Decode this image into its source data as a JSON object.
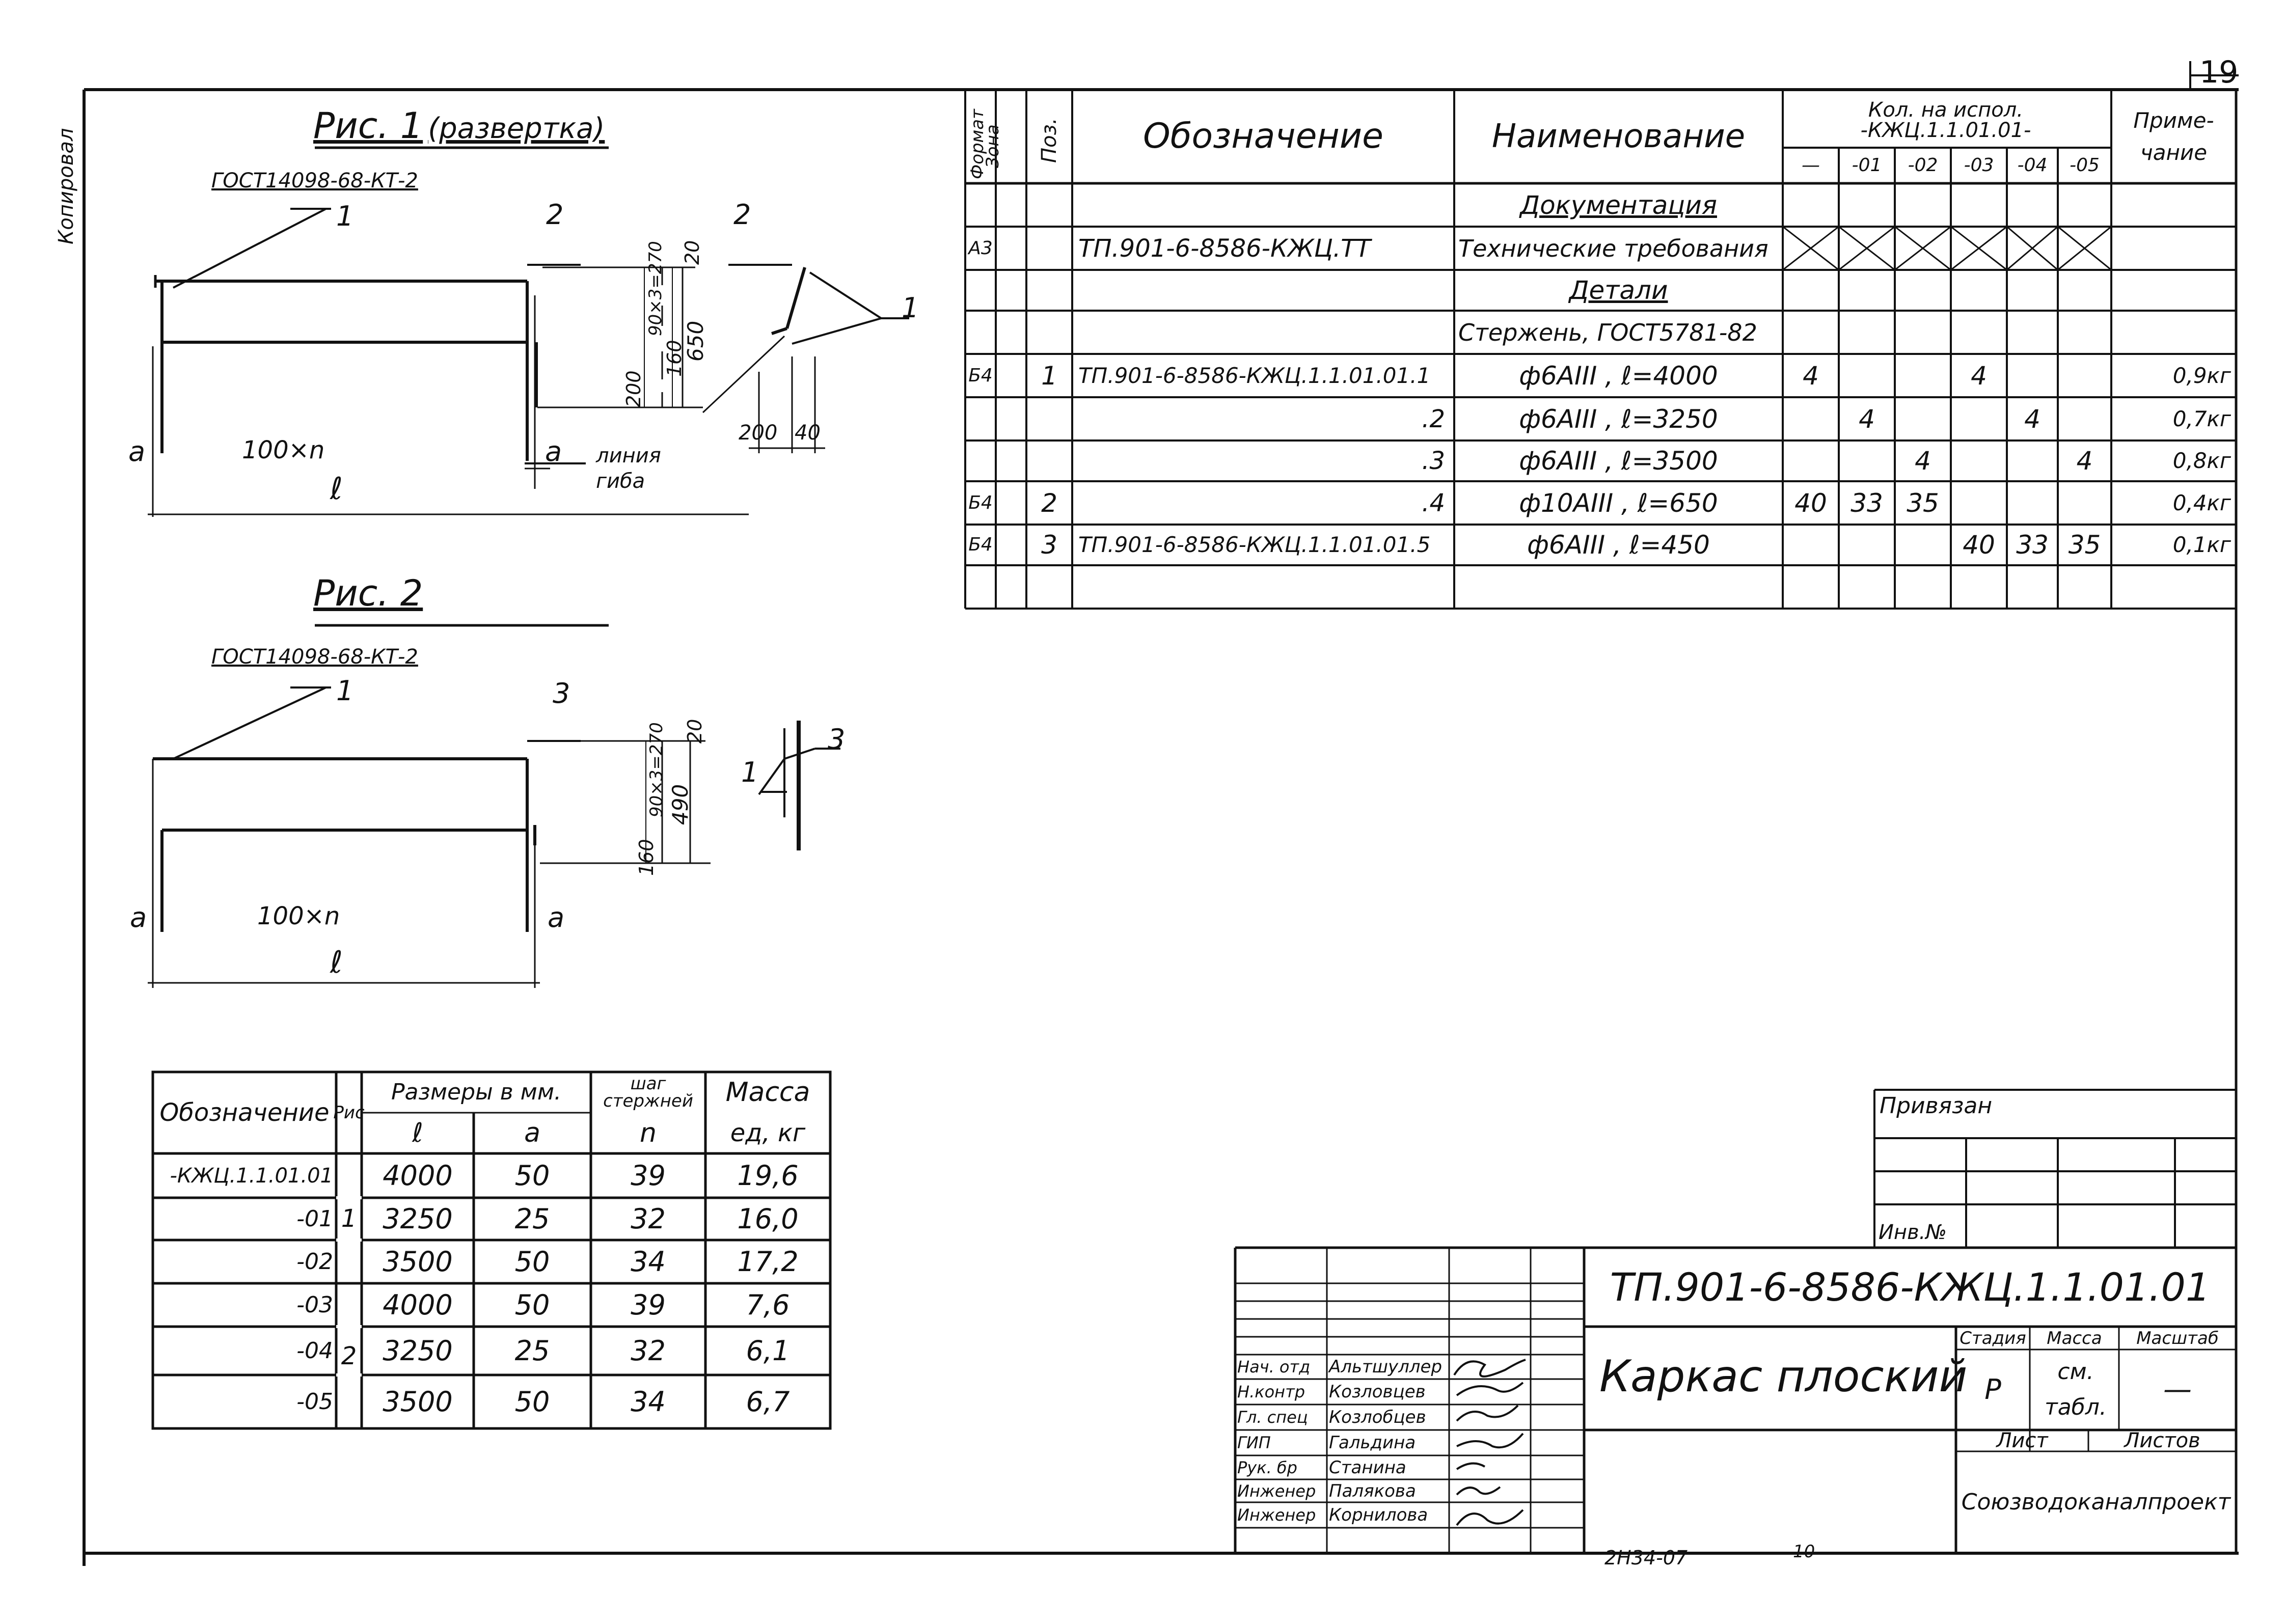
{
  "page": {
    "page_number": "19",
    "left_margin_stamp": "Копировал",
    "bottom_format": "2Н34-07",
    "bottom_number": "10"
  },
  "fig1": {
    "caption": "Рис. 1",
    "caption_note": "(развертка)",
    "gost": "ГОСТ14098-68-КТ-2",
    "pos_labels": [
      "1",
      "2",
      "2",
      "1"
    ],
    "spacing": "100×n",
    "a_left": "a",
    "a_right": "a",
    "length": "ℓ",
    "dims": [
      "20",
      "90×3=270",
      "160",
      "650",
      "200"
    ],
    "bend_label": "линия гиба",
    "bottom_dims": [
      "200",
      "40"
    ]
  },
  "fig2": {
    "caption": "Рис. 2",
    "gost": "ГОСТ14098-68-КТ-2",
    "pos_labels": [
      "1",
      "3",
      "1",
      "3"
    ],
    "spacing": "100×n",
    "a_left": "a",
    "a_right": "a",
    "length": "ℓ",
    "dims": [
      "20",
      "90×3=270",
      "160",
      "490"
    ]
  },
  "spec": {
    "headers": {
      "format": "Формат",
      "zone": "Зона",
      "pos": "Поз.",
      "designation": "Обозначение",
      "name": "Наименование",
      "qty": "Кол. на испол. -КЖЦ.1.1.01.01-",
      "qty_cols": [
        "—",
        "-01",
        "-02",
        "-03",
        "-04",
        "-05"
      ],
      "note": "Приме- чание"
    },
    "rows": [
      {
        "format": "",
        "pos": "",
        "designation": "",
        "name": "Документация",
        "section": true,
        "qty": [
          "",
          "",
          "",
          "",
          "",
          ""
        ],
        "note": ""
      },
      {
        "format": "А3",
        "pos": "",
        "designation": "ТП.901-6-8586-КЖЦ.ТТ",
        "name": "Технические требования",
        "crossed": true,
        "qty": [
          "",
          "",
          "",
          "",
          "",
          ""
        ],
        "note": ""
      },
      {
        "format": "",
        "pos": "",
        "designation": "",
        "name": "Детали",
        "section": true,
        "qty": [
          "",
          "",
          "",
          "",
          "",
          ""
        ],
        "note": ""
      },
      {
        "format": "",
        "pos": "",
        "designation": "",
        "name": "Стержень, ГОСТ5781-82",
        "qty": [
          "",
          "",
          "",
          "",
          "",
          ""
        ],
        "note": ""
      },
      {
        "format": "Б4",
        "pos": "1",
        "designation": "ТП.901-6-8586-КЖЦ.1.1.01.01.1",
        "name": "ф6АIII ,   ℓ=4000",
        "qty": [
          "4",
          "",
          "",
          "4",
          "",
          ""
        ],
        "note": "0,9кг"
      },
      {
        "format": "",
        "pos": "",
        "designation": ".2",
        "name": "ф6АIII ,   ℓ=3250",
        "qty": [
          "",
          "4",
          "",
          "",
          "4",
          ""
        ],
        "note": "0,7кг"
      },
      {
        "format": "",
        "pos": "",
        "designation": ".3",
        "name": "ф6АIII ,   ℓ=3500",
        "qty": [
          "",
          "",
          "4",
          "",
          "",
          "4"
        ],
        "note": "0,8кг"
      },
      {
        "format": "Б4",
        "pos": "2",
        "designation": ".4",
        "name": "ф10АIII ,   ℓ=650",
        "qty": [
          "40",
          "33",
          "35",
          "",
          "",
          ""
        ],
        "note": "0,4кг"
      },
      {
        "format": "Б4",
        "pos": "3",
        "designation": "ТП.901-6-8586-КЖЦ.1.1.01.01.5",
        "name": "ф6АIII ,   ℓ=450",
        "qty": [
          "",
          "",
          "",
          "40",
          "33",
          "35"
        ],
        "note": "0,1кг"
      },
      {
        "format": "",
        "pos": "",
        "designation": "",
        "name": "",
        "qty": [
          "",
          "",
          "",
          "",
          "",
          ""
        ],
        "note": ""
      }
    ]
  },
  "sizes": {
    "headers": {
      "designation": "Обозначение",
      "fig": "Рис",
      "sizes": "Размеры в мм.",
      "l": "ℓ",
      "a": "a",
      "step": "шаг стержней",
      "n": "n",
      "mass": "Масса",
      "mass_unit": "ед, кг"
    },
    "fig_values": [
      "1",
      "2"
    ],
    "rows": [
      {
        "designation": "-КЖЦ.1.1.01.01",
        "l": "4000",
        "a": "50",
        "n": "39",
        "mass": "19,6"
      },
      {
        "designation": "-01",
        "l": "3250",
        "a": "25",
        "n": "32",
        "mass": "16,0"
      },
      {
        "designation": "-02",
        "l": "3500",
        "a": "50",
        "n": "34",
        "mass": "17,2"
      },
      {
        "designation": "-03",
        "l": "4000",
        "a": "50",
        "n": "39",
        "mass": "7,6"
      },
      {
        "designation": "-04",
        "l": "3250",
        "a": "25",
        "n": "32",
        "mass": "6,1"
      },
      {
        "designation": "-05",
        "l": "3500",
        "a": "50",
        "n": "34",
        "mass": "6,7"
      }
    ]
  },
  "binding": {
    "title": "Привязан",
    "inv": "Инв.№"
  },
  "stamp": {
    "doc_code": "ТП.901-6-8586-КЖЦ.1.1.01.01",
    "title": "Каркас плоский",
    "stage_label": "Стадия",
    "stage": "Р",
    "mass_label": "Масса",
    "mass_value": "см. табл.",
    "scale_label": "Масштаб",
    "scale_value": "—",
    "sheet_label": "Лист",
    "sheets_label": "Листов",
    "org": "Союзводоканалпроект",
    "people": [
      {
        "role": "Нач. отд",
        "name": "Альтшуллер"
      },
      {
        "role": "Н.контр",
        "name": "Козловцев"
      },
      {
        "role": "Гл. спец",
        "name": "Козлобцев"
      },
      {
        "role": "ГИП",
        "name": "Гальдина"
      },
      {
        "role": "Рук. бр",
        "name": "Станина"
      },
      {
        "role": "Инженер",
        "name": "Палякова"
      },
      {
        "role": "Инженер",
        "name": "Корнилова"
      }
    ]
  }
}
